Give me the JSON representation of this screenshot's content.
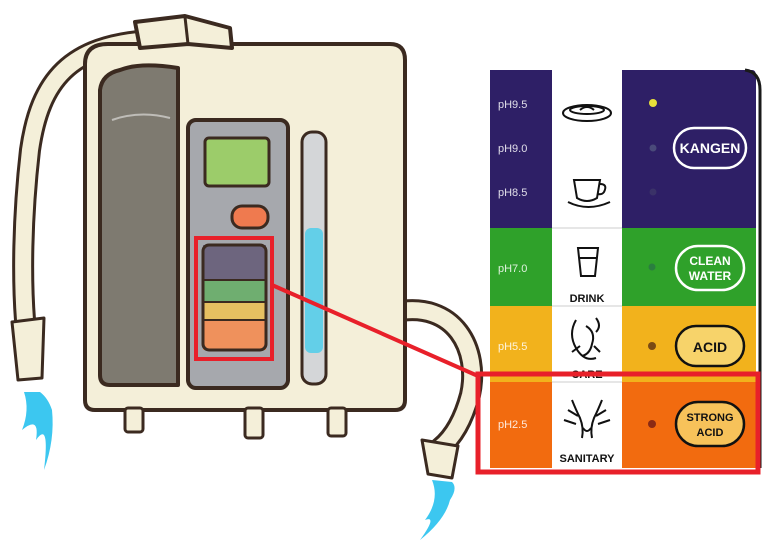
{
  "panel": {
    "ph_labels": [
      "pH9.5",
      "pH9.0",
      "pH8.5",
      "pH7.0",
      "pH5.5",
      "pH2.5"
    ],
    "icon_captions": [
      "DRINK",
      "CARE",
      "SANITARY"
    ],
    "buttons": {
      "kangen": "KANGEN",
      "clean_line1": "CLEAN",
      "clean_line2": "WATER",
      "acid": "ACID",
      "strong_line1": "STRONG",
      "strong_line2": "ACID"
    }
  },
  "colors": {
    "kangen_band": "#2e1f66",
    "clean_band": "#2fa12a",
    "acid_band": "#f2b21c",
    "strong_band": "#f26b0f",
    "highlight": "#e8202a",
    "machine_body": "#f4efd9",
    "outline": "#3b2a20",
    "water": "#3cc7f0"
  }
}
